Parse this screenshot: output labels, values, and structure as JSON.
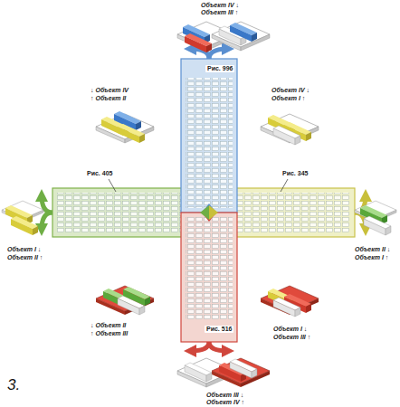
{
  "diagram": {
    "labels": [
      "Объект IV ↓",
      "Объект III ↑",
      "↓ Объект IV",
      "↑ Объект II",
      "Объект IV ↓",
      "Объект I ↑",
      "Рис. 996",
      "Рис. 405",
      "Рис. 345",
      "Объект I ↓",
      "Объект II ↑",
      "Объект II ↓",
      "Объект I ↑",
      "↓ Объект II",
      "↑ Объект III",
      "Объект I ↓",
      "Объект III ↑",
      "Рис. 516",
      "Объект III ↓",
      "Объект IV ↑",
      "3."
    ]
  }
}
